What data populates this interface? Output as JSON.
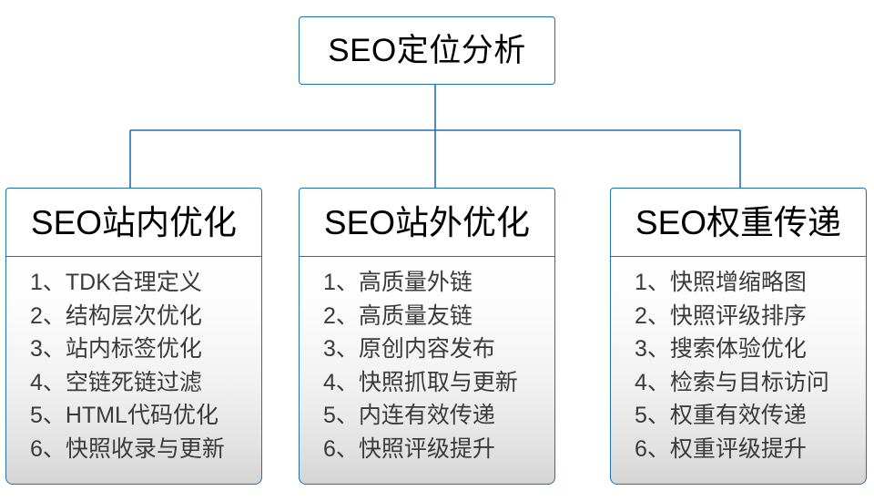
{
  "diagram": {
    "type": "organization-tree",
    "accent_color": "#1f6fb5",
    "text_color": "#3a3a3a",
    "title_color": "#000000",
    "background": "#ffffff"
  },
  "root": {
    "label": "SEO定位分析"
  },
  "branches": [
    {
      "id": "seo-onsite",
      "header": "SEO站内优化",
      "items": [
        {
          "index": "1、",
          "label": "TDK合理定义"
        },
        {
          "index": "2、",
          "label": "结构层次优化"
        },
        {
          "index": "3、",
          "label": "站内标签优化"
        },
        {
          "index": "4、",
          "label": "空链死链过滤"
        },
        {
          "index": "5、",
          "label": "HTML代码优化"
        },
        {
          "index": "6、",
          "label": "快照收录与更新"
        }
      ]
    },
    {
      "id": "seo-offsite",
      "header": "SEO站外优化",
      "items": [
        {
          "index": "1、",
          "label": "高质量外链"
        },
        {
          "index": "2、",
          "label": "高质量友链"
        },
        {
          "index": "3、",
          "label": "原创内容发布"
        },
        {
          "index": "4、",
          "label": "快照抓取与更新"
        },
        {
          "index": "5、",
          "label": "内连有效传递"
        },
        {
          "index": "6、",
          "label": "快照评级提升"
        }
      ]
    },
    {
      "id": "seo-weight",
      "header": "SEO权重传递",
      "items": [
        {
          "index": "1、",
          "label": "快照增缩略图"
        },
        {
          "index": "2、",
          "label": "快照评级排序"
        },
        {
          "index": "3、",
          "label": "搜索体验优化"
        },
        {
          "index": "4、",
          "label": "检索与目标访问"
        },
        {
          "index": "5、",
          "label": "权重有效传递"
        },
        {
          "index": "6、",
          "label": "权重评级提升"
        }
      ]
    }
  ]
}
